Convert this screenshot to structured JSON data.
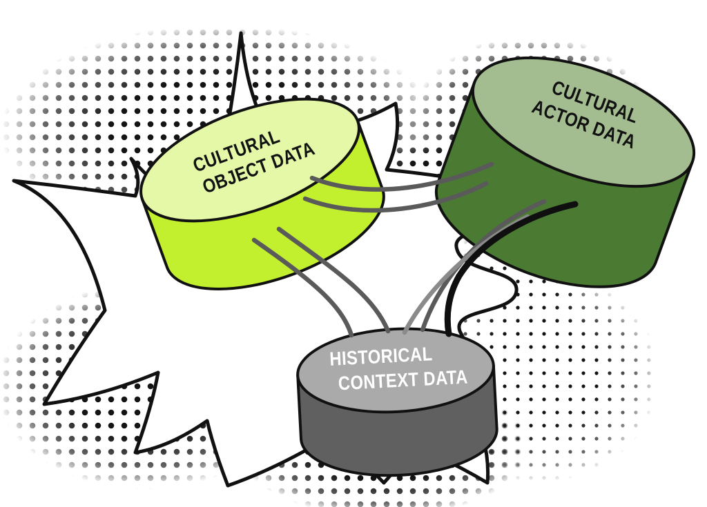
{
  "title": "Cultural data comic burst diagram",
  "colors": {
    "background": "#ffffff",
    "outline": "#111111",
    "halftone": "#141414",
    "burst_fill": "#ffffff",
    "burst_stroke": "#111111",
    "connector_gray": "#5a5a5a",
    "connector_gray_light": "#8a8a8a",
    "connector_black": "#0f0f0f"
  },
  "nodes": [
    {
      "id": "cultural-object-data",
      "line1": "CULTURAL",
      "line2": "OBJECT DATA",
      "body_color": "#c3f02e",
      "top_color": "#e4f8a7",
      "text_color": "#121212"
    },
    {
      "id": "cultural-actor-data",
      "line1": "CULTURAL",
      "line2": "ACTOR DATA",
      "body_color": "#4b7a33",
      "top_color": "#a3bd90",
      "text_color": "#121212"
    },
    {
      "id": "historical-context-data",
      "line1": "HISTORICAL",
      "line2": "CONTEXT DATA",
      "body_color": "#606060",
      "top_color": "#aaaaaa",
      "text_color": "#ffffff"
    }
  ],
  "connectors": [
    {
      "from": "cultural-object-data",
      "to": "cultural-actor-data",
      "style": "gray"
    },
    {
      "from": "cultural-object-data",
      "to": "cultural-actor-data",
      "style": "gray"
    },
    {
      "from": "cultural-object-data",
      "to": "historical-context-data",
      "style": "gray"
    },
    {
      "from": "cultural-object-data",
      "to": "historical-context-data",
      "style": "gray"
    },
    {
      "from": "cultural-actor-data",
      "to": "historical-context-data",
      "style": "gray"
    },
    {
      "from": "cultural-actor-data",
      "to": "historical-context-data",
      "style": "gray-light"
    },
    {
      "from": "cultural-actor-data",
      "to": "historical-context-data",
      "style": "black"
    }
  ]
}
